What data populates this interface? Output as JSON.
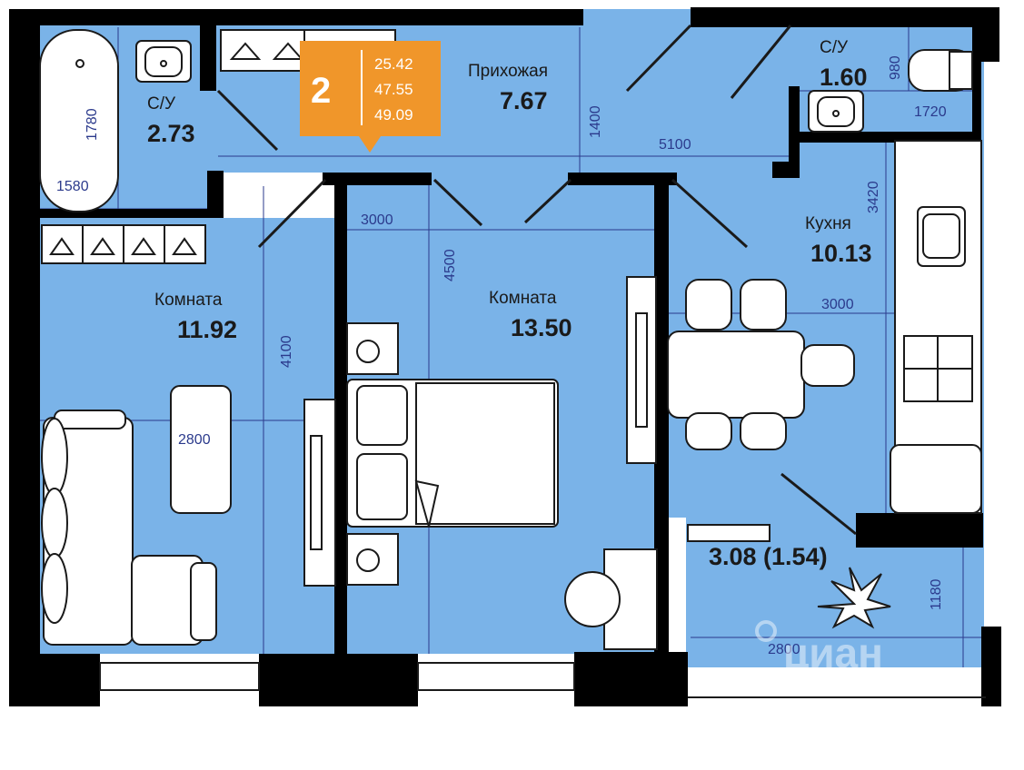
{
  "colors": {
    "floor": "#7ab3e8",
    "wall": "#000000",
    "dim_line": "#2b3a8c",
    "badge": "#f0962a",
    "furniture_fill": "#ffffff",
    "furniture_stroke": "#1a1a1a"
  },
  "badge": {
    "rooms": "2",
    "area_living": "25.42",
    "area_total_no_balcony": "47.55",
    "area_total": "49.09"
  },
  "rooms": {
    "bath_left": {
      "name": "С/У",
      "area": "2.73"
    },
    "hall": {
      "name": "Прихожая",
      "area": "7.67"
    },
    "bath_right": {
      "name": "С/У",
      "area": "1.60"
    },
    "room_left": {
      "name": "Комната",
      "area": "11.92"
    },
    "room_center": {
      "name": "Комната",
      "area": "13.50"
    },
    "kitchen": {
      "name": "Кухня",
      "area": "10.13"
    },
    "balcony": {
      "area": "3.08 (1.54)"
    }
  },
  "dimensions": {
    "d1780": "1780",
    "d1580": "1580",
    "d1400": "1400",
    "d5100": "5100",
    "d980": "980",
    "d1720": "1720",
    "d3420": "3420",
    "d3000_center": "3000",
    "d4500": "4500",
    "d3000_kitchen": "3000",
    "d4100": "4100",
    "d2800_left": "2800",
    "d1180": "1180",
    "d2800_balcony": "2800"
  },
  "watermark": "циан",
  "icons": [
    "hanger-icon",
    "bathtub-icon",
    "sink-icon",
    "toilet-icon",
    "bed-icon",
    "sofa-icon",
    "tv-icon",
    "dining-table-icon",
    "chair-icon",
    "stove-icon",
    "plant-icon",
    "nightstand-icon",
    "desk-chair-icon"
  ]
}
